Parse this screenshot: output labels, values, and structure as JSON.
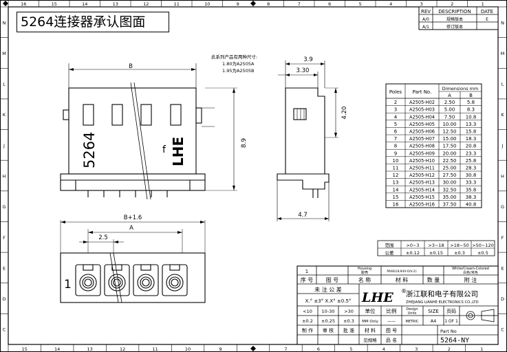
{
  "drawing_title": "5264连接器承认图面",
  "border": {
    "cols_top": [
      "16",
      "15",
      "14",
      "13",
      "12",
      "11",
      "10",
      "9",
      "8",
      "7",
      "6",
      "5",
      "4",
      "3",
      "2",
      "1"
    ],
    "cols_bottom": [
      "15",
      "14",
      "13",
      "12",
      "11",
      "10",
      "9",
      "8",
      "7",
      "6",
      "5",
      "4",
      "3",
      "2",
      "1"
    ],
    "rows_left": [
      "N",
      "M",
      "L",
      "K",
      "J",
      "H",
      "G",
      "F",
      "E",
      "D",
      "C"
    ],
    "rows_right": [
      "N",
      "M",
      "L",
      "K",
      "J",
      "H",
      "G",
      "F",
      "E",
      "D",
      "C"
    ]
  },
  "revision": {
    "headers": [
      "REV",
      "DESCRIPTION",
      "DATE"
    ],
    "rows": [
      [
        "A/0",
        "规格版本",
        "E"
      ],
      [
        "A/1",
        "修订版本",
        ""
      ]
    ]
  },
  "note": {
    "line1": "此系列产品有两种尺寸:",
    "line2": "1.80为A2505A",
    "line3": "1.95为A2505B"
  },
  "front_view": {
    "dim_width": "B",
    "dim_height": "8.9",
    "marking_left": "5264",
    "marking_right": "LHE",
    "marking_small": "f"
  },
  "side_view": {
    "dim_top": "3.9",
    "dim_inner": "3.30",
    "dim_window": "4.20",
    "dim_bottom": "4.7"
  },
  "bottom_view": {
    "dim_overall": "B+1.6",
    "dim_a": "A",
    "dim_pitch": "2.5",
    "pin1": "1"
  },
  "dimension_table": {
    "col_poles": "Poles",
    "col_part": "Part No.",
    "col_dims": "Dimensions mm",
    "col_a": "A",
    "col_b": "B",
    "rows": [
      [
        "2",
        "A2505-H02",
        "2.50",
        "5.8"
      ],
      [
        "3",
        "A2505-H03",
        "5.00",
        "8.3"
      ],
      [
        "4",
        "A2505-H04",
        "7.50",
        "10.8"
      ],
      [
        "5",
        "A2505-H05",
        "10.00",
        "13.3"
      ],
      [
        "6",
        "A2505-H06",
        "12.50",
        "15.8"
      ],
      [
        "7",
        "A2505-H07",
        "15.00",
        "18.3"
      ],
      [
        "8",
        "A2505-H08",
        "17.50",
        "20.8"
      ],
      [
        "9",
        "A2505-H09",
        "20.00",
        "23.3"
      ],
      [
        "10",
        "A2505-H10",
        "22.50",
        "25.8"
      ],
      [
        "11",
        "A2505-H11",
        "25.00",
        "28.3"
      ],
      [
        "12",
        "A2505-H12",
        "27.50",
        "30.8"
      ],
      [
        "13",
        "A2505-H13",
        "30.00",
        "33.3"
      ],
      [
        "14",
        "A2505-H14",
        "32.50",
        "35.8"
      ],
      [
        "15",
        "A2505-H15",
        "35.00",
        "38.3"
      ],
      [
        "16",
        "A2505-H16",
        "37.50",
        "40.8"
      ]
    ]
  },
  "tolerance_range": {
    "labels": [
      "范围",
      "公差"
    ],
    "ranges": [
      ">0~3",
      ">3~18",
      ">18~50",
      ">50~120"
    ],
    "tolerances": [
      "±0.12",
      "±0.15",
      "±0.3",
      "±0.5"
    ]
  },
  "title_block": {
    "bom_no": "1",
    "bom_material_top": "Housing",
    "bom_material_bottom": "胶壳",
    "bom_spec": "PA66(UL94V-0/V-2)",
    "bom_note_top": "White/Cream-Colored",
    "bom_note_bottom": "白色/米色",
    "h_seq": "序 号",
    "h_drawing": "图 号",
    "h_name": "名 称",
    "h_material": "材 料",
    "h_qty": "数 量",
    "h_remark": "附 注",
    "tol_title": "未 注 公 差",
    "tol_line": "X.° ±3°  X.X° ±0.5°",
    "tol_cells": [
      "<10",
      "10-30",
      ">30"
    ],
    "tol_values": [
      "±0.2",
      "±0.25",
      "±0.3"
    ],
    "unit_label": "单位",
    "scale_label": "比例",
    "design_label_top": "Design",
    "design_label_bottom": "Units",
    "size_label": "SIZE",
    "page_label": "页码",
    "unit_value": "MM Only",
    "scale_value": "——",
    "units_value": "METRIC",
    "size_value": "A4",
    "page_value": "1 OF 1",
    "sign_row": [
      "制 作",
      "审 核",
      "批 准",
      "材 料",
      "图 号"
    ],
    "sign_row2": [
      "",
      "",
      "",
      "见规格",
      "品 名"
    ],
    "part_no_label": "Part No",
    "part_no_value": "5264-NY",
    "company_logo": "LHE",
    "company_cn": "浙江联和电子有限公司",
    "company_en": "ZHEJIANG LIANHE ELECTRONICS CO.,LTD"
  }
}
